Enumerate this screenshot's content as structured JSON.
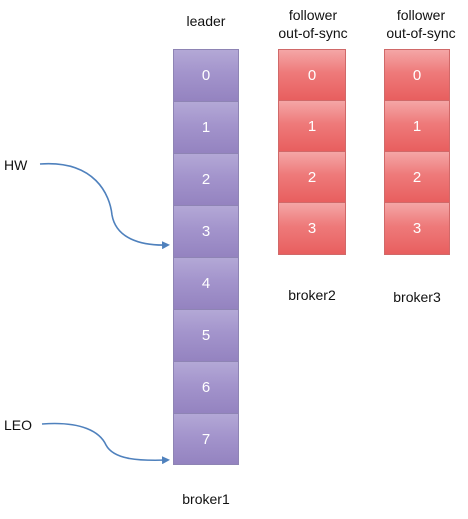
{
  "brokers": [
    {
      "id": "broker1",
      "role_label": "leader",
      "name": "broker1",
      "color": "purple",
      "cells": [
        "0",
        "1",
        "2",
        "3",
        "4",
        "5",
        "6",
        "7"
      ]
    },
    {
      "id": "broker2",
      "role_label_line1": "follower",
      "role_label_line2": "out-of-sync",
      "name": "broker2",
      "color": "red",
      "cells": [
        "0",
        "1",
        "2",
        "3"
      ]
    },
    {
      "id": "broker3",
      "role_label_line1": "follower",
      "role_label_line2": "out-of-sync",
      "name": "broker3",
      "color": "red",
      "cells": [
        "0",
        "1",
        "2",
        "3"
      ]
    }
  ],
  "markers": {
    "hw": {
      "label": "HW",
      "points_to_offset": "3"
    },
    "leo": {
      "label": "LEO",
      "points_to_offset": "7"
    }
  },
  "colors": {
    "purple": "#a394cc",
    "red": "#ee7a7a",
    "arrow": "#4f81bd"
  }
}
